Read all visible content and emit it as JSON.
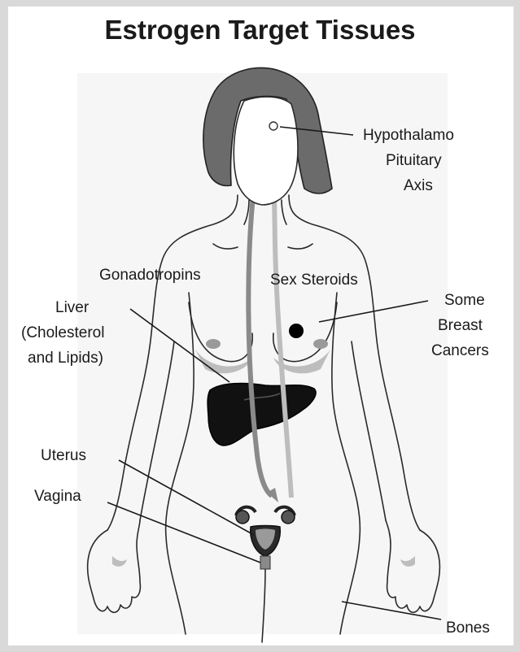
{
  "title": "Estrogen Target Tissues",
  "labels": {
    "hpa": [
      "Hypothalamo",
      "Pituitary",
      "Axis"
    ],
    "gonadotropins": "Gonadotropins",
    "sex_steroids": "Sex Steroids",
    "liver": [
      "Liver",
      "(Cholesterol",
      "and Lipids)"
    ],
    "breast": [
      "Some",
      "Breast",
      "Cancers"
    ],
    "uterus": "Uterus",
    "vagina": "Vagina",
    "bones": "Bones"
  },
  "colors": {
    "hair": "#6b6b6b",
    "gonadotropin_arrow": "#8a8a8a",
    "steroid_arrow": "#bdbdbd",
    "liver": "#111111"
  }
}
